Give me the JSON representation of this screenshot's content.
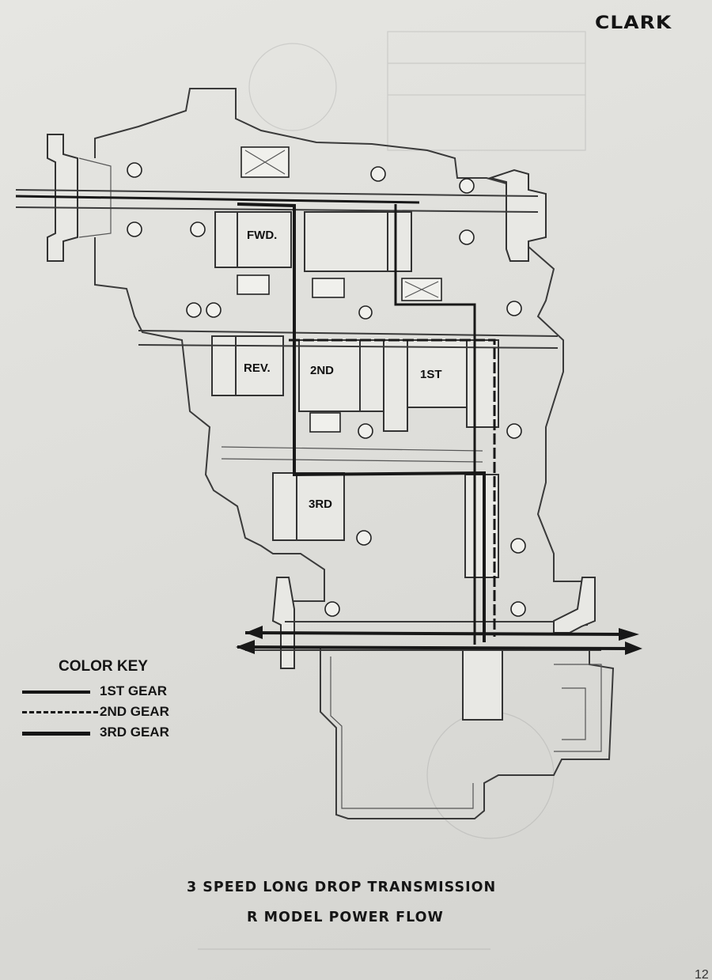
{
  "brand": {
    "logo": "CLARK"
  },
  "page_number": "12",
  "diagram": {
    "gear_labels": {
      "fwd": "FWD.",
      "rev": "REV.",
      "second": "2ND",
      "first": "1ST",
      "third": "3RD"
    }
  },
  "color_key": {
    "title": "COLOR KEY",
    "items": [
      {
        "label": "1ST GEAR",
        "style": "solid"
      },
      {
        "label": "2ND GEAR",
        "style": "dashed"
      },
      {
        "label": "3RD GEAR",
        "style": "thick"
      }
    ]
  },
  "caption": {
    "line1": "3 SPEED LONG DROP TRANSMISSION",
    "line2": "R MODEL POWER FLOW"
  }
}
